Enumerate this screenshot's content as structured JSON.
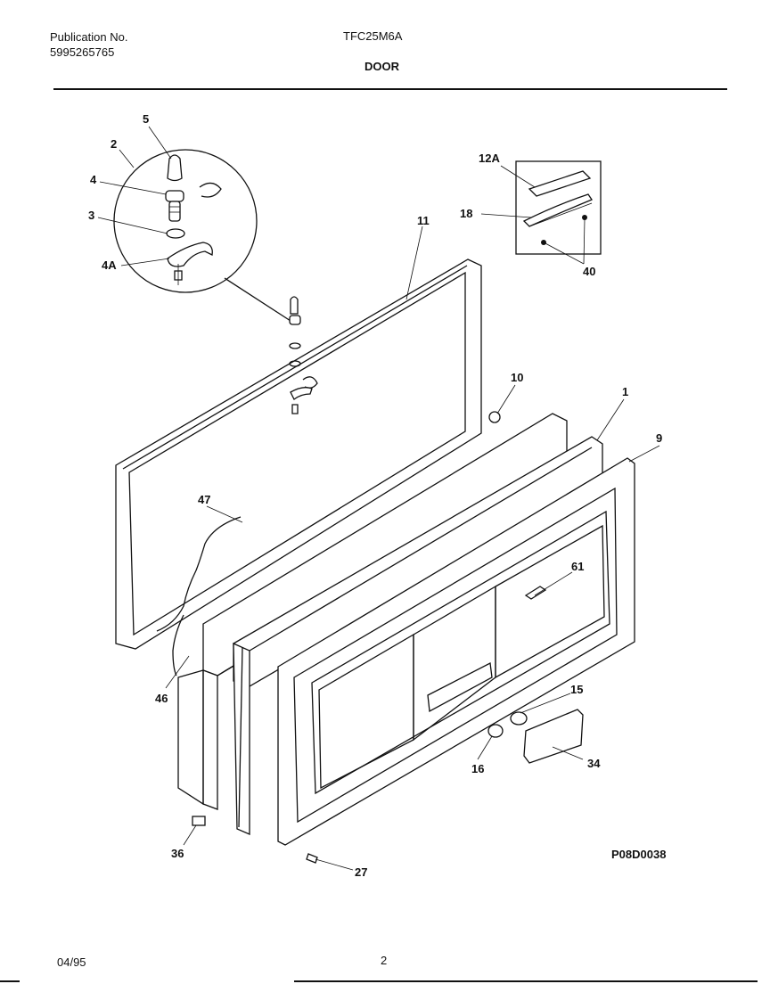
{
  "header": {
    "publication_label": "Publication No.",
    "publication_number": "5995265765",
    "model": "TFC25M6A",
    "section": "DOOR"
  },
  "footer": {
    "date": "04/95",
    "page": "2",
    "drawing_code": "P08D0038"
  },
  "callouts": [
    "5",
    "2",
    "4",
    "3",
    "4A",
    "12A",
    "18",
    "40",
    "11",
    "10",
    "1",
    "9",
    "47",
    "61",
    "46",
    "15",
    "16",
    "34",
    "36",
    "27"
  ]
}
